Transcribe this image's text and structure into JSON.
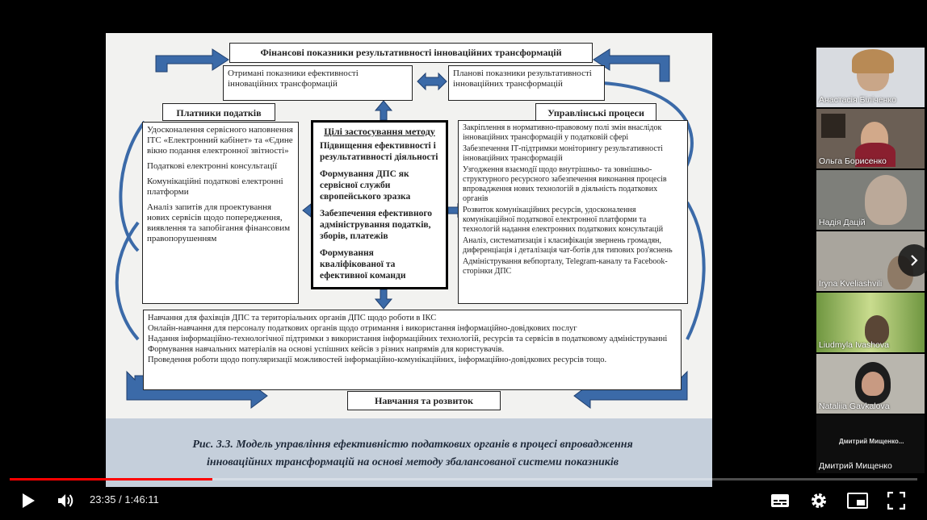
{
  "slide": {
    "top_title": "Фінансові показники результативності інноваційних трансформацій",
    "received": "Отримані показники ефективності інноваційних трансформацій",
    "planned": "Планові показники результативності інноваційних трансформацій",
    "left_header": "Платники податків",
    "right_header": "Управлінські процеси",
    "bottom_header": "Навчання та розвиток",
    "left_items": [
      "Удосконалення сервісного наповнення ІТС «Електронний кабінет» та «Єдине вікно подання електронної звітності»",
      "Податкові електронні консультації",
      "Комунікаційні податкові електронні платформи",
      "Аналіз запитів для проектування нових сервісів щодо попередження, виявлення та запобігання фінансовим правопорушенням"
    ],
    "center_title": "Цілі застосування методу",
    "center_items": [
      "Підвищення ефективності і результативності діяльності",
      "Формування ДПС як сервісної служби європейського зразка",
      "Забезпечення ефективного адміністрування податків, зборів, платежів",
      "Формування кваліфікованої та ефективної команди"
    ],
    "right_items": [
      "Закріплення в нормативно-правовому полі змін внаслідок інноваційних трансформацій у податковій сфері",
      "Забезпечення ІТ-підтримки моніторингу результативності інноваційних трансформацій",
      "Узгодження взаємодії щодо внутрішньо- та зовнішньо-структурного ресурсного забезпечення виконання процесів впровадження нових технологій в діяльність податкових органів",
      "Розвиток комунікаційних ресурсів, удосконалення комунікаційної податкової електронної платформи та технологій надання електронних податкових консультацій",
      "Аналіз, систематизація і класифікація звернень громадян, диференціація і деталізація чат-ботів для типових роз'яснень",
      "Адміністрування вебпорталу, Telegram-каналу та Facebook-сторінки ДПС"
    ],
    "bottom_items": [
      "Навчання для фахівців ДПС та територіальних органів ДПС щодо роботи в ІКС",
      "Онлайн-навчання для персоналу податкових органів щодо отримання і використання інформаційно-довідкових послуг",
      "Надання інформаційно-технологічної підтримки з використання інформаційних технологій, ресурсів та сервісів в податковому адмініструванні",
      "Формування навчальних матеріалів на основі успішних кейсів з різних напрямів для користувачів.",
      "Проведення роботи щодо популяризації можливостей інформаційно-комунікаційних, інформаційно-довідкових ресурсів тощо."
    ],
    "caption_line1": "Рис. 3.3. Модель управління ефективністю податкових органів в процесі впровадження",
    "caption_line2": "інноваційних трансформацій на основі методу збалансованої системи показників"
  },
  "participants": [
    {
      "name": "Анастасія Біліченко"
    },
    {
      "name": "Ольга Борисенко"
    },
    {
      "name": "Надія Дацій"
    },
    {
      "name": "Iryna Kveliashvili"
    },
    {
      "name": "Liudmyla Ivashova"
    },
    {
      "name": "Nataliia Gavkalova"
    },
    {
      "name": "Дмитрий Мищенко",
      "label": "Дмитрий Мищенко..."
    }
  ],
  "player": {
    "time_display": "23:35 / 1:46:11",
    "progress": 0.223,
    "icons": [
      "play-icon",
      "volume-icon",
      "subtitles-icon",
      "settings-icon",
      "miniplayer-icon",
      "fullscreen-icon",
      "chevron-right-icon"
    ],
    "accent": "#ff0000"
  }
}
